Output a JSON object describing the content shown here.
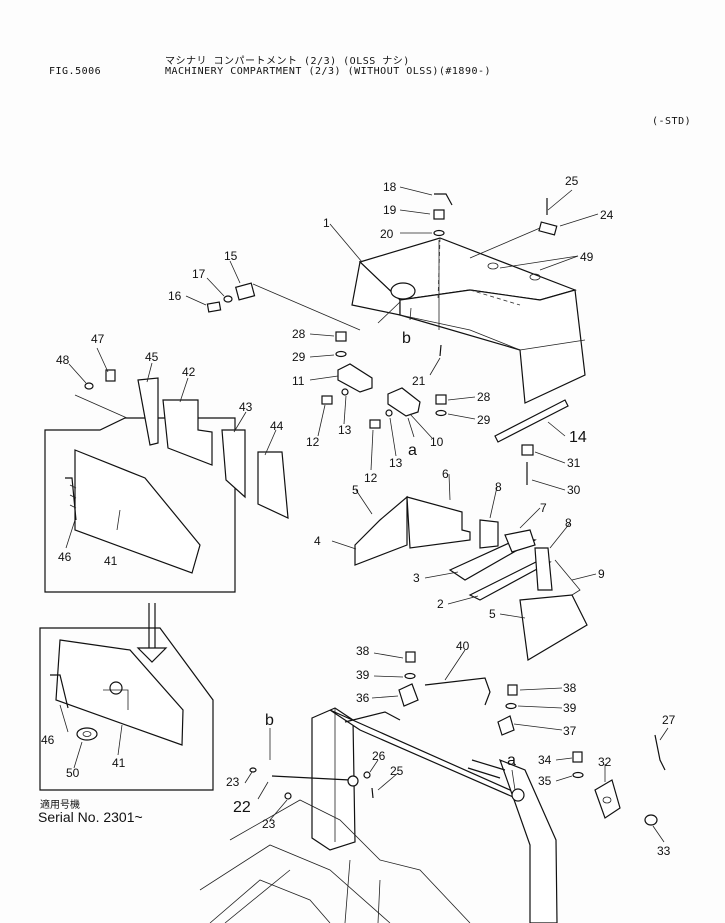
{
  "header": {
    "fig_no": "FIG.5006",
    "title_jp": "マシナリ コンパートメント (2/3) (OLSS ナシ)",
    "title_en": "MACHINERY COMPARTMENT (2/3) (WITHOUT OLSS)(#1890-)",
    "variant": "(-STD)"
  },
  "serial_note": {
    "label_jp": "適用号機",
    "label": "Serial No. 2301~"
  },
  "callouts": {
    "c1": "1",
    "c2": "2",
    "c3": "3",
    "c4": "4",
    "c5a": "5",
    "c5b": "5",
    "c6": "6",
    "c7": "7",
    "c8a": "8",
    "c8b": "8",
    "c9": "9",
    "c10": "10",
    "c11": "11",
    "c12a": "12",
    "c12b": "12",
    "c13a": "13",
    "c13b": "13",
    "c14": "14",
    "c15": "15",
    "c16": "16",
    "c17": "17",
    "c18": "18",
    "c19": "19",
    "c20": "20",
    "c21": "21",
    "c22": "22",
    "c23a": "23",
    "c23b": "23",
    "c24": "24",
    "c25a": "25",
    "c25b": "25",
    "c26": "26",
    "c27": "27",
    "c28a": "28",
    "c28b": "28",
    "c29a": "29",
    "c29b": "29",
    "c30": "30",
    "c31": "31",
    "c32": "32",
    "c33": "33",
    "c34": "34",
    "c35": "35",
    "c36": "36",
    "c37": "37",
    "c38a": "38",
    "c38b": "38",
    "c39a": "39",
    "c39b": "39",
    "c40": "40",
    "c41a": "41",
    "c41b": "41",
    "c42": "42",
    "c43": "43",
    "c44": "44",
    "c45": "45",
    "c46a": "46",
    "c46b": "46",
    "c47": "47",
    "c48": "48",
    "c49": "49",
    "c50": "50",
    "ref_a1": "a",
    "ref_a2": "a",
    "ref_b1": "b",
    "ref_b2": "b"
  }
}
